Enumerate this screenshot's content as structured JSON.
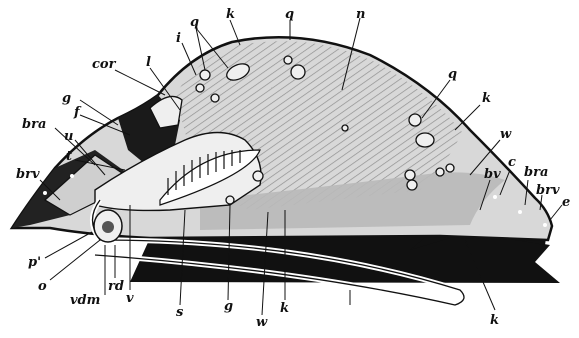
{
  "figure": {
    "colors": {
      "ink": "#111111",
      "shell_fill": "#d8d8d8",
      "shade": "#b9b9b9",
      "pale": "#efefef",
      "background": "#ffffff"
    },
    "labels": {
      "cor": "cor",
      "l": "l",
      "i": "i",
      "q1": "q",
      "k1": "k",
      "q2": "q",
      "n": "n",
      "q3": "q",
      "k2": "k",
      "g1": "g",
      "f": "f",
      "bra1": "bra",
      "u": "u",
      "t": "t",
      "brv1": "brv",
      "w1": "w",
      "bv": "bv",
      "c": "c",
      "bra2": "bra",
      "brv2": "brv",
      "e": "e",
      "p": "p'",
      "o": "o",
      "rd": "rd",
      "vdm": "vdm",
      "v": "v",
      "s": "s",
      "g2": "g",
      "w2": "w",
      "k3": "k",
      "k4": "k"
    }
  }
}
